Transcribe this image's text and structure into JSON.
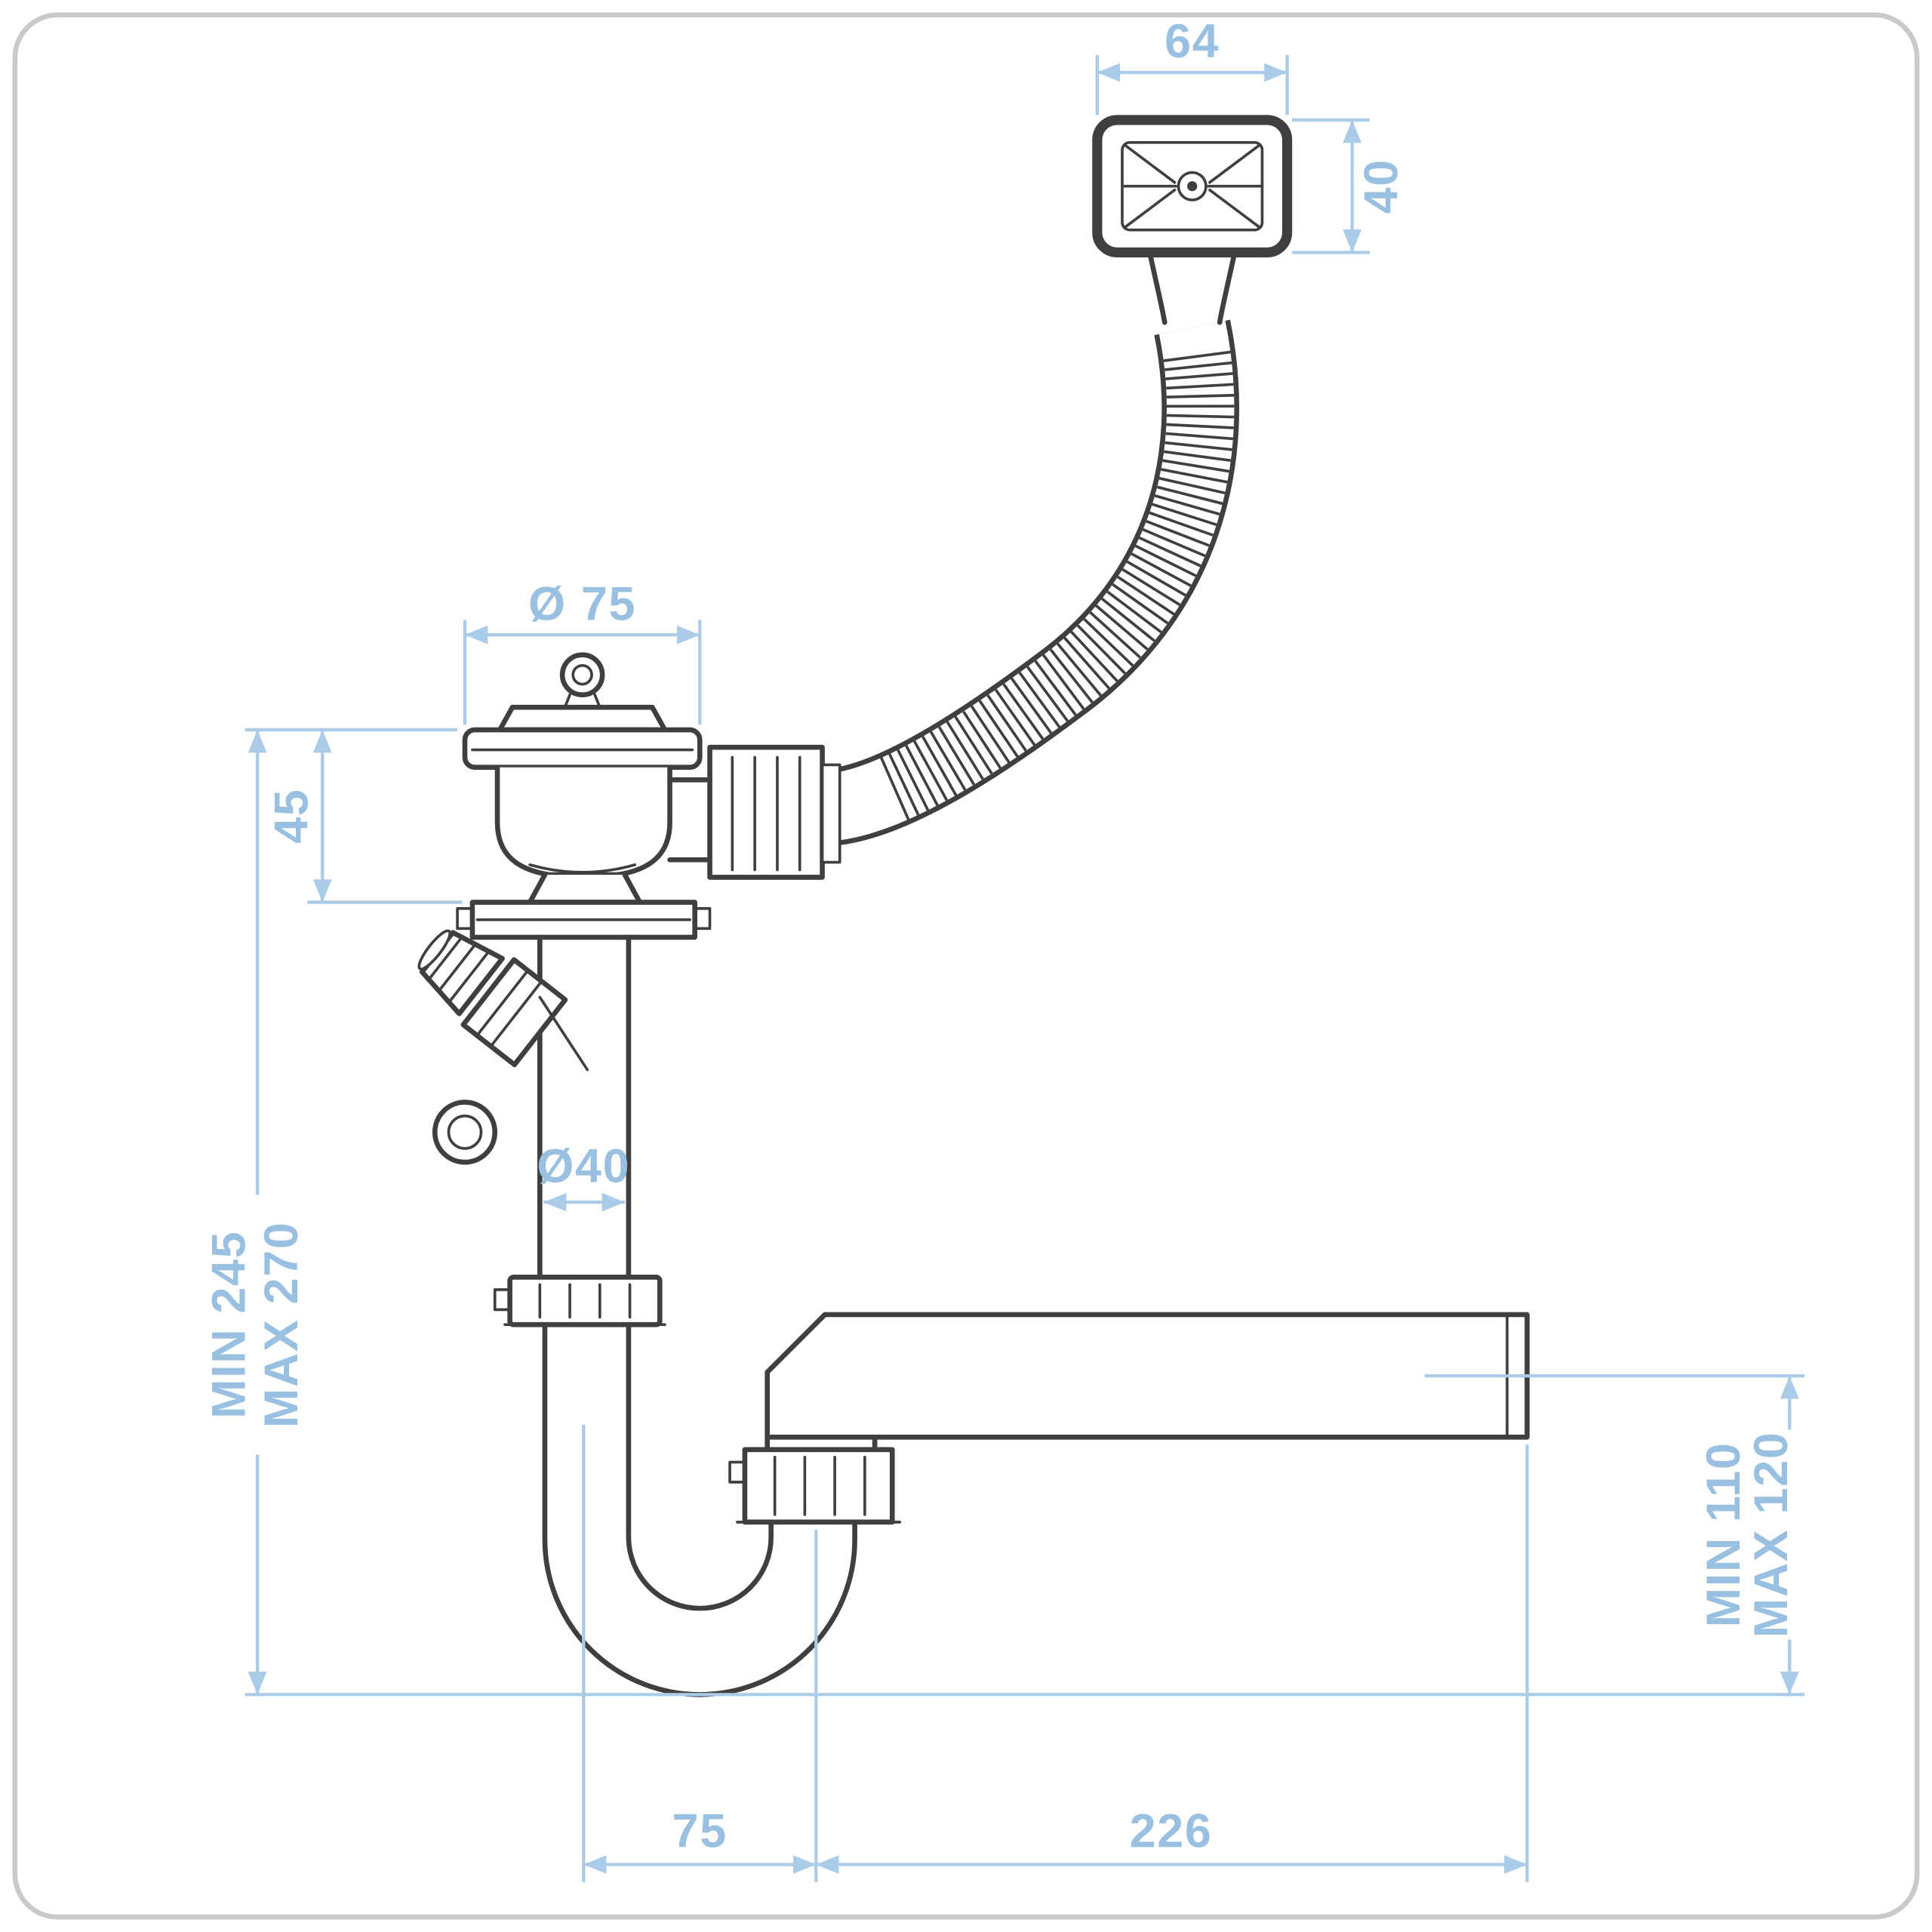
{
  "figure": {
    "type": "technical-drawing",
    "subject": "kitchen-sink-siphon-with-rectangular-overflow",
    "line_color": "#3f3f3f",
    "dim_line_color": "#abcce8",
    "dim_text_color": "#99c0e0",
    "frame_color": "#c9c9c9",
    "background": "#ffffff"
  },
  "dims": {
    "overflow_width": "64",
    "overflow_height": "40",
    "strainer_diameter": "Ø 75",
    "strainer_height": "45",
    "installed_height_min": "MIN 245",
    "installed_height_max": "MAX 270",
    "pipe_diameter": "Ø40",
    "outlet_height_min": "MIN 110",
    "outlet_height_max": "MAX 120",
    "trap_offset": "75",
    "outlet_length": "226"
  }
}
